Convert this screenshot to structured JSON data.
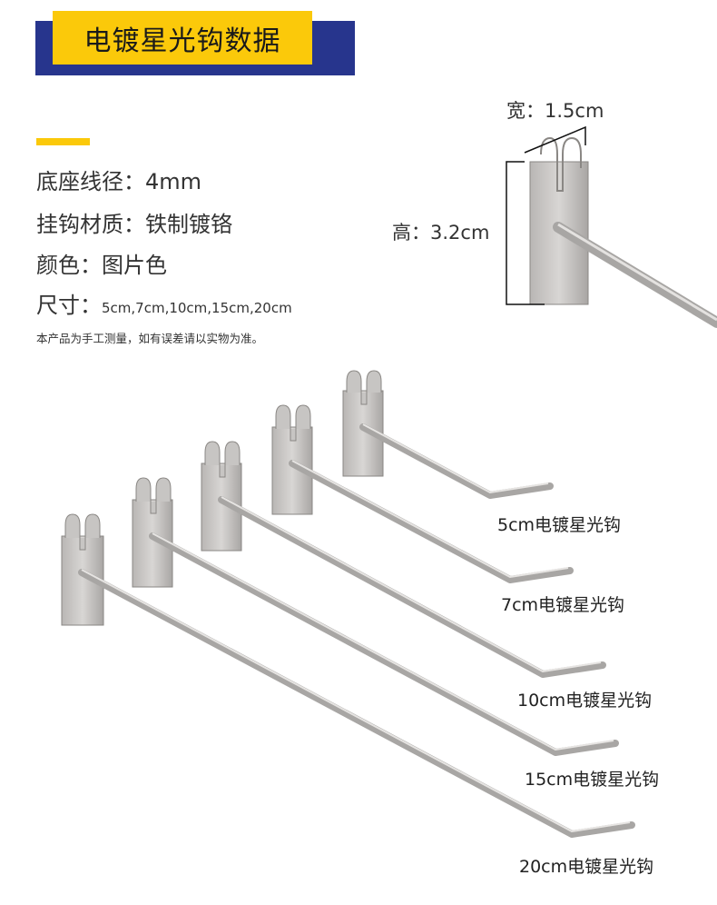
{
  "header": {
    "title": "电镀星光钩数据"
  },
  "specs": [
    {
      "label": "底座线径：",
      "value": "4mm"
    },
    {
      "label": "挂钩材质：",
      "value": "铁制镀铬"
    },
    {
      "label": "颜色：",
      "value": "图片色"
    },
    {
      "label": "尺寸：",
      "value": "5cm,7cm,10cm,15cm,20cm"
    }
  ],
  "note": "本产品为手工测量，如有误差请以实物为准。",
  "dimensions": {
    "width": "宽：1.5cm",
    "height": "高：3.2cm"
  },
  "hooks": [
    {
      "label": "5cm电镀星光钩"
    },
    {
      "label": "7cm电镀星光钩"
    },
    {
      "label": "10cm电镀星光钩"
    },
    {
      "label": "15cm电镀星光钩"
    },
    {
      "label": "20cm电镀星光钩"
    }
  ],
  "colors": {
    "title_bar": "#27358d",
    "title_box": "#fbc90a",
    "accent": "#fbc90a"
  }
}
